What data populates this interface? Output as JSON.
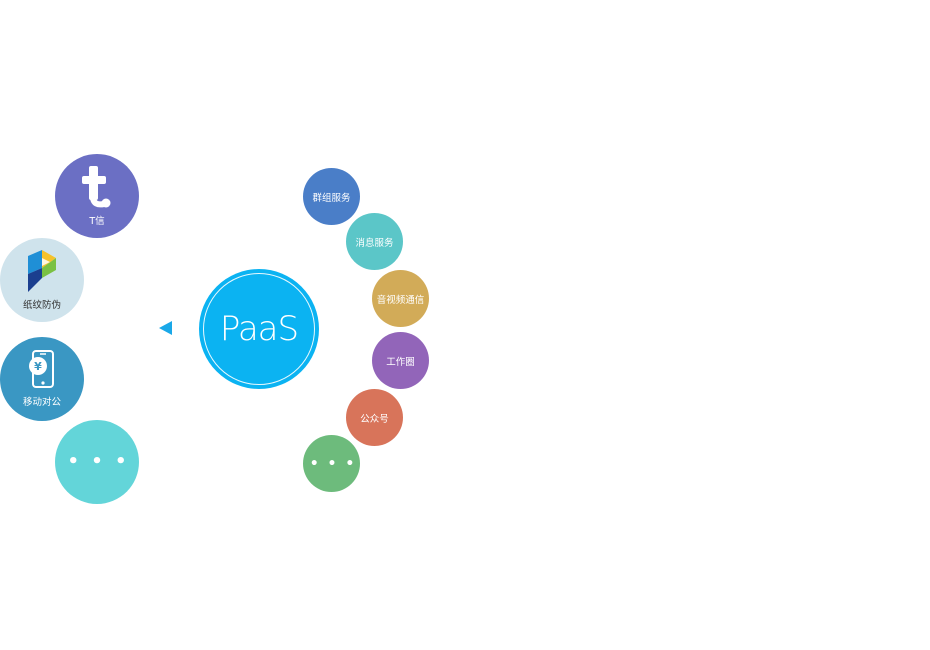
{
  "paas": {
    "label": "PaaS",
    "color": "#0bb3f2"
  },
  "apps": [
    {
      "label": "T信",
      "icon": "t-letter-icon",
      "color": "#6b6fc4"
    },
    {
      "label": "纸纹防伪",
      "icon": "paper-logo-icon",
      "color": "#cfe3ec"
    },
    {
      "label": "移动对公",
      "icon": "mobile-yuan-icon",
      "color": "#3a97c3"
    },
    {
      "label": "• • •",
      "icon": "more-icon",
      "color": "#63d5d9"
    }
  ],
  "services": [
    {
      "label": "群组服务",
      "color": "#4a7ec8"
    },
    {
      "label": "消息服务",
      "color": "#5bc6c8"
    },
    {
      "label": "音视频通信",
      "color": "#d2ab58"
    },
    {
      "label": "工作圈",
      "color": "#9265b9"
    },
    {
      "label": "公众号",
      "color": "#d8745a"
    },
    {
      "label": "• • •",
      "color": "#6dbb7c"
    }
  ],
  "arrow": {
    "direction": "left",
    "color": "#1aa8e8"
  }
}
